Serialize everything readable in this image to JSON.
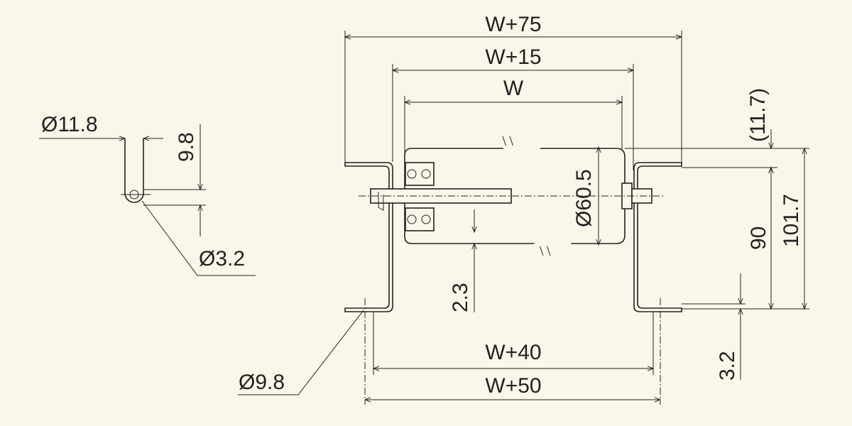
{
  "dimensions": {
    "w_plus_75": "W+75",
    "w_plus_15": "W+15",
    "w": "W",
    "d_11_8": "Ø11.8",
    "d_9_8_vert": "9.8",
    "d_3_2_hole": "Ø3.2",
    "d_60_5": "Ø60.5",
    "d_2_3": "2.3",
    "d_11_7": "(11.7)",
    "d_90": "90",
    "d_101_7": "101.7",
    "d_3_2_plate": "3.2",
    "w_plus_40": "W+40",
    "w_plus_50": "W+50",
    "d_9_8_hole": "Ø9.8"
  }
}
